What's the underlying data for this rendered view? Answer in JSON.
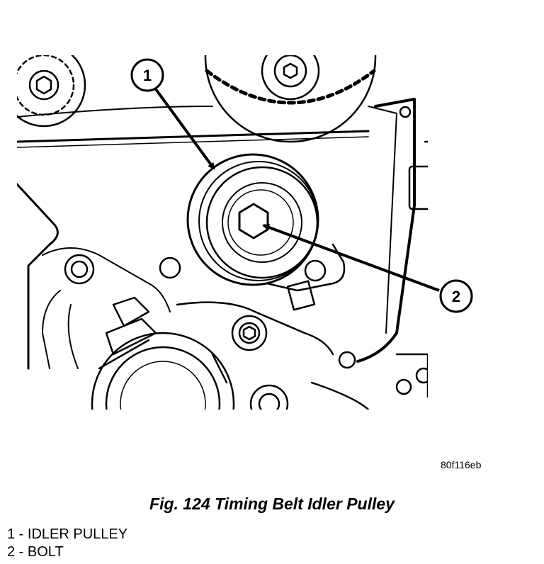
{
  "figure": {
    "ref_code": "80f116eb",
    "caption": "Fig. 124 Timing Belt Idler Pulley",
    "callouts": [
      {
        "number": "1",
        "label": "IDLER PULLEY"
      },
      {
        "number": "2",
        "label": "BOLT"
      }
    ]
  }
}
